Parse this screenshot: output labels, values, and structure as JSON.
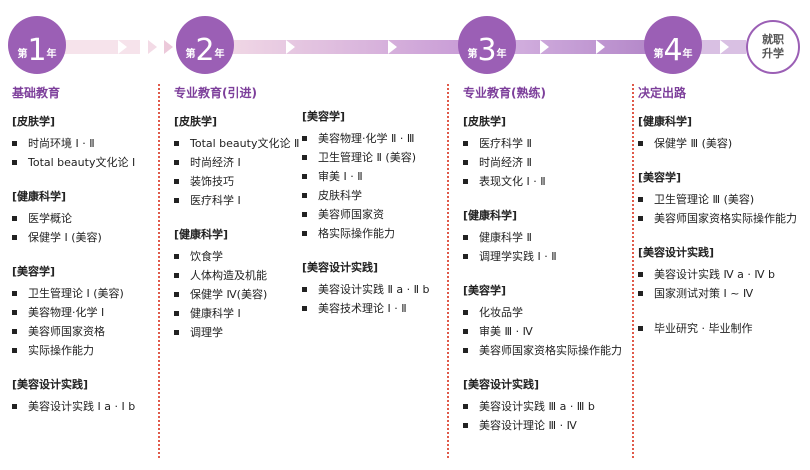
{
  "timeline": {
    "years": [
      {
        "prefix": "第",
        "number": "1",
        "suffix": "年"
      },
      {
        "prefix": "第",
        "number": "2",
        "suffix": "年"
      },
      {
        "prefix": "第",
        "number": "3",
        "suffix": "年"
      },
      {
        "prefix": "第",
        "number": "4",
        "suffix": "年"
      }
    ],
    "end_label_line1": "就职",
    "end_label_line2": "升学",
    "colors": {
      "accent": "#9b5fb5",
      "bar_light": "#f3dbe6",
      "bar_mid": "#c79ad6",
      "divider": "#e05a4a"
    }
  },
  "col1": {
    "heading": "基础教育",
    "blocks": [
      {
        "cat": "[皮肤学]",
        "items": [
          "时尚环境 Ⅰ · Ⅱ",
          "Total beauty文化论 Ⅰ"
        ]
      },
      {
        "cat": "[健康科学]",
        "items": [
          "医学概论",
          "保健学 Ⅰ (美容)"
        ]
      },
      {
        "cat": "[美容学]",
        "items": [
          "卫生管理论 Ⅰ (美容)",
          "美容物理·化学 Ⅰ",
          "美容师国家资格",
          "实际操作能力"
        ]
      },
      {
        "cat": "[美容设计实践]",
        "items": [
          "美容设计实践 Ⅰ a · Ⅰ b"
        ]
      }
    ]
  },
  "col2": {
    "heading": "专业教育(引进)",
    "blocks": [
      {
        "cat": "[皮肤学]",
        "items": [
          "Total beauty文化论 Ⅱ",
          "时尚经济 Ⅰ",
          "装饰技巧",
          "医疗科学 Ⅰ"
        ]
      },
      {
        "cat": "[健康科学]",
        "items": [
          "饮食学",
          "人体构造及机能",
          "保健学 Ⅳ(美容)",
          "健康科学 Ⅰ",
          "调理学"
        ]
      }
    ]
  },
  "col3": {
    "blocks": [
      {
        "cat": "[美容学]",
        "items": [
          "美容物理·化学 Ⅱ · Ⅲ",
          "卫生管理论 Ⅱ (美容)",
          "审美 Ⅰ · Ⅱ",
          "皮肤科学",
          "美容师国家资",
          "格实际操作能力"
        ]
      },
      {
        "cat": "[美容设计实践]",
        "items": [
          "美容设计实践 Ⅱ a · Ⅱ b",
          "美容技术理论 Ⅰ · Ⅱ"
        ]
      }
    ]
  },
  "col4": {
    "heading": "专业教育(熟练)",
    "blocks": [
      {
        "cat": "[皮肤学]",
        "items": [
          "医疗科学 Ⅱ",
          "时尚经济 Ⅱ",
          "表现文化 Ⅰ · Ⅱ"
        ]
      },
      {
        "cat": "[健康科学]",
        "items": [
          "健康科学 Ⅱ",
          "调理学实践 Ⅰ · Ⅱ"
        ]
      },
      {
        "cat": "[美容学]",
        "items": [
          "化妆品学",
          "审美 Ⅲ · Ⅳ",
          "美容师国家资格实际操作能力"
        ]
      },
      {
        "cat": "[美容设计实践]",
        "items": [
          "美容设计实践 Ⅲ a · Ⅲ b",
          "美容设计理论 Ⅲ · Ⅳ"
        ]
      }
    ]
  },
  "col5": {
    "heading": "决定出路",
    "blocks": [
      {
        "cat": "[健康科学]",
        "items": [
          "保健学 Ⅲ (美容)"
        ]
      },
      {
        "cat": "[美容学]",
        "items": [
          "卫生管理论 Ⅲ (美容)",
          "美容师国家资格实际操作能力"
        ]
      },
      {
        "cat": "[美容设计实践]",
        "items": [
          "美容设计实践 Ⅳ a · Ⅳ b",
          "国家测试对策 Ⅰ ~ Ⅳ"
        ]
      },
      {
        "cat": "",
        "items": [
          "毕业研究 · 毕业制作"
        ]
      }
    ]
  }
}
